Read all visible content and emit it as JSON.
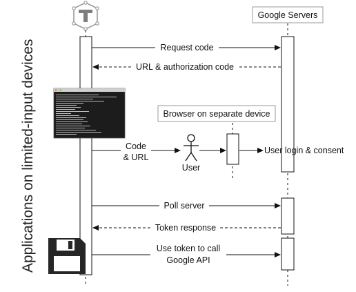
{
  "side_title": "Applications on limited-input devices",
  "participants": {
    "device_logo": "tweet-tree-logo-icon",
    "google": "Google Servers",
    "browser": "Browser on separate device",
    "user": "User"
  },
  "messages": {
    "request_code": "Request code",
    "url_auth_code": "URL & authorization code",
    "code_line1": "Code",
    "code_line2": "& URL",
    "user_login": "User login & consent",
    "poll_server": "Poll server",
    "token_response": "Token response",
    "use_token_line1": "Use token to call",
    "use_token_line2": "Google API"
  },
  "icons": {
    "terminal": "terminal-screenshot-icon",
    "user": "stick-figure-user-icon",
    "floppy": "floppy-disk-icon"
  },
  "colors": {
    "line": "#111111",
    "terminal_bg": "#1c1c1c",
    "logo_stroke": "#9a9a9a",
    "floppy": "#262626"
  }
}
